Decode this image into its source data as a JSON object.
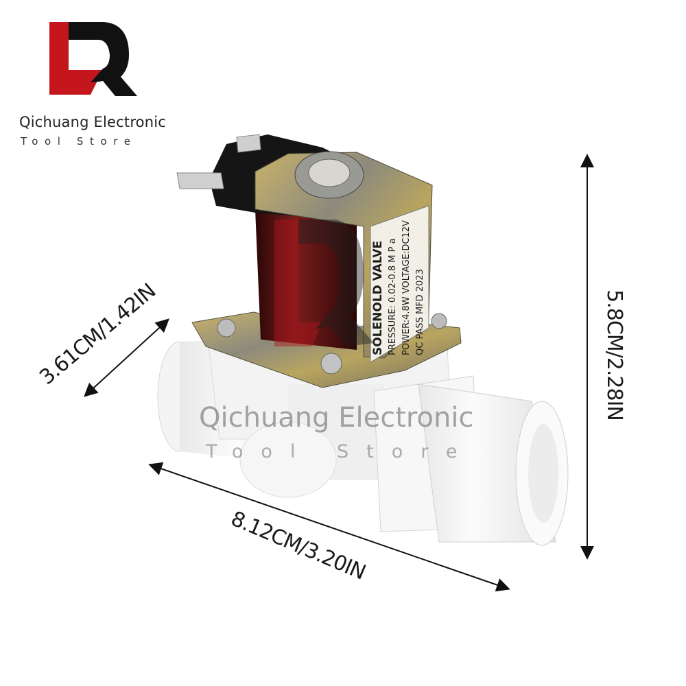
{
  "brand": {
    "name": "Qichuang Electronic",
    "tagline": "Tool Store",
    "logo_colors": {
      "red": "#c5161d",
      "black": "#111111"
    }
  },
  "watermark": {
    "name": "Qichuang Electronic",
    "tagline": "Tool Store"
  },
  "product": {
    "label_line1": "SOLENOLD VALVE",
    "label_line2": "PRESSURE: 0.02-0.8 M P a",
    "label_line3": "POWER:4.8W   VOLTAGE:DC12V",
    "label_line4": "QC  PASS     MFD 2023"
  },
  "dimensions": {
    "depth": "3.61CM/1.42IN",
    "length": "8.12CM/3.20IN",
    "height": "5.8CM/2.28IN"
  }
}
